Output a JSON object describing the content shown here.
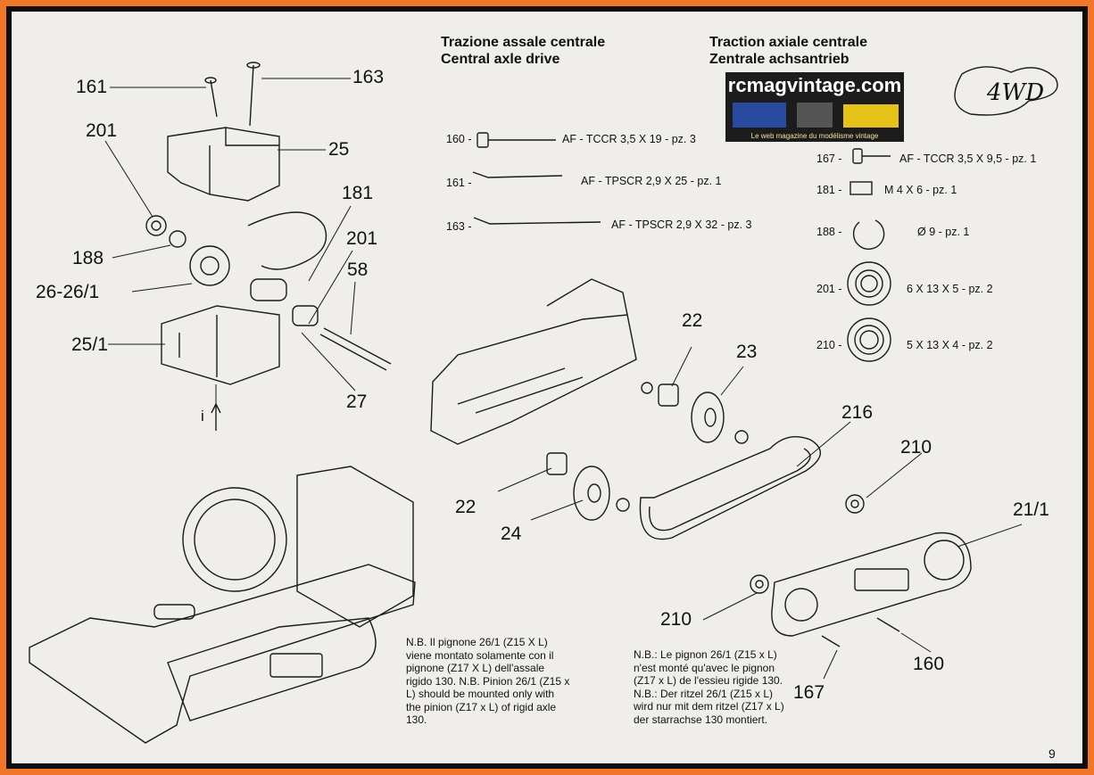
{
  "headings": {
    "it": "Trazione assale centrale",
    "en": "Central axle drive",
    "fr": "Traction axiale centrale",
    "de": "Zentrale achsantrieb"
  },
  "logo": {
    "site": "rcmagvintage.com",
    "tagline": "Le web magazine du modélisme vintage"
  },
  "badge": "4WD",
  "screws": [
    {
      "ref": "160 -",
      "spec": "AF - TCCR 3,5 X 19 - pz. 3"
    },
    {
      "ref": "161 -",
      "spec": "AF - TPSCR 2,9 X 25 - pz. 1"
    },
    {
      "ref": "163 -",
      "spec": "AF - TPSCR 2,9 X 32 - pz. 3"
    }
  ],
  "hardware": [
    {
      "ref": "167 -",
      "spec": "AF - TCCR 3,5 X 9,5 - pz. 1"
    },
    {
      "ref": "181 -",
      "spec": "M 4 X 6 - pz. 1"
    },
    {
      "ref": "188 -",
      "spec": "Ø 9 - pz. 1"
    },
    {
      "ref": "201 -",
      "spec": "6 X 13 X 5 - pz. 2"
    },
    {
      "ref": "210 -",
      "spec": "5 X 13 X 4 - pz. 2"
    }
  ],
  "callouts": {
    "c161": "161",
    "c163": "163",
    "c201a": "201",
    "c25": "25",
    "c181": "181",
    "c201b": "201",
    "c188": "188",
    "c58": "58",
    "c26": "26-26/1",
    "c251": "25/1",
    "c27": "27",
    "ci": "i",
    "c22a": "22",
    "c23": "23",
    "c216": "216",
    "c210a": "210",
    "c22b": "22",
    "c24": "24",
    "c211": "21/1",
    "c210b": "210",
    "c160": "160",
    "c167": "167"
  },
  "notes": {
    "it_en": "N.B. Il pignone 26/1 (Z15 X L) viene montato solamente con il pignone (Z17 X L) dell'assale rigido 130. N.B. Pinion 26/1 (Z15 x L) should be mounted only with the pinion (Z17 x L) of rigid axle 130.",
    "fr_de": "N.B.: Le pignon 26/1 (Z15 x L) n'est monté qu'avec le pignon (Z17 x L) de l'essieu rigide 130. N.B.: Der ritzel 26/1 (Z15 x L) wird nur mit dem ritzel (Z17 x L) der starrachse 130 montiert."
  },
  "page_number": "9"
}
